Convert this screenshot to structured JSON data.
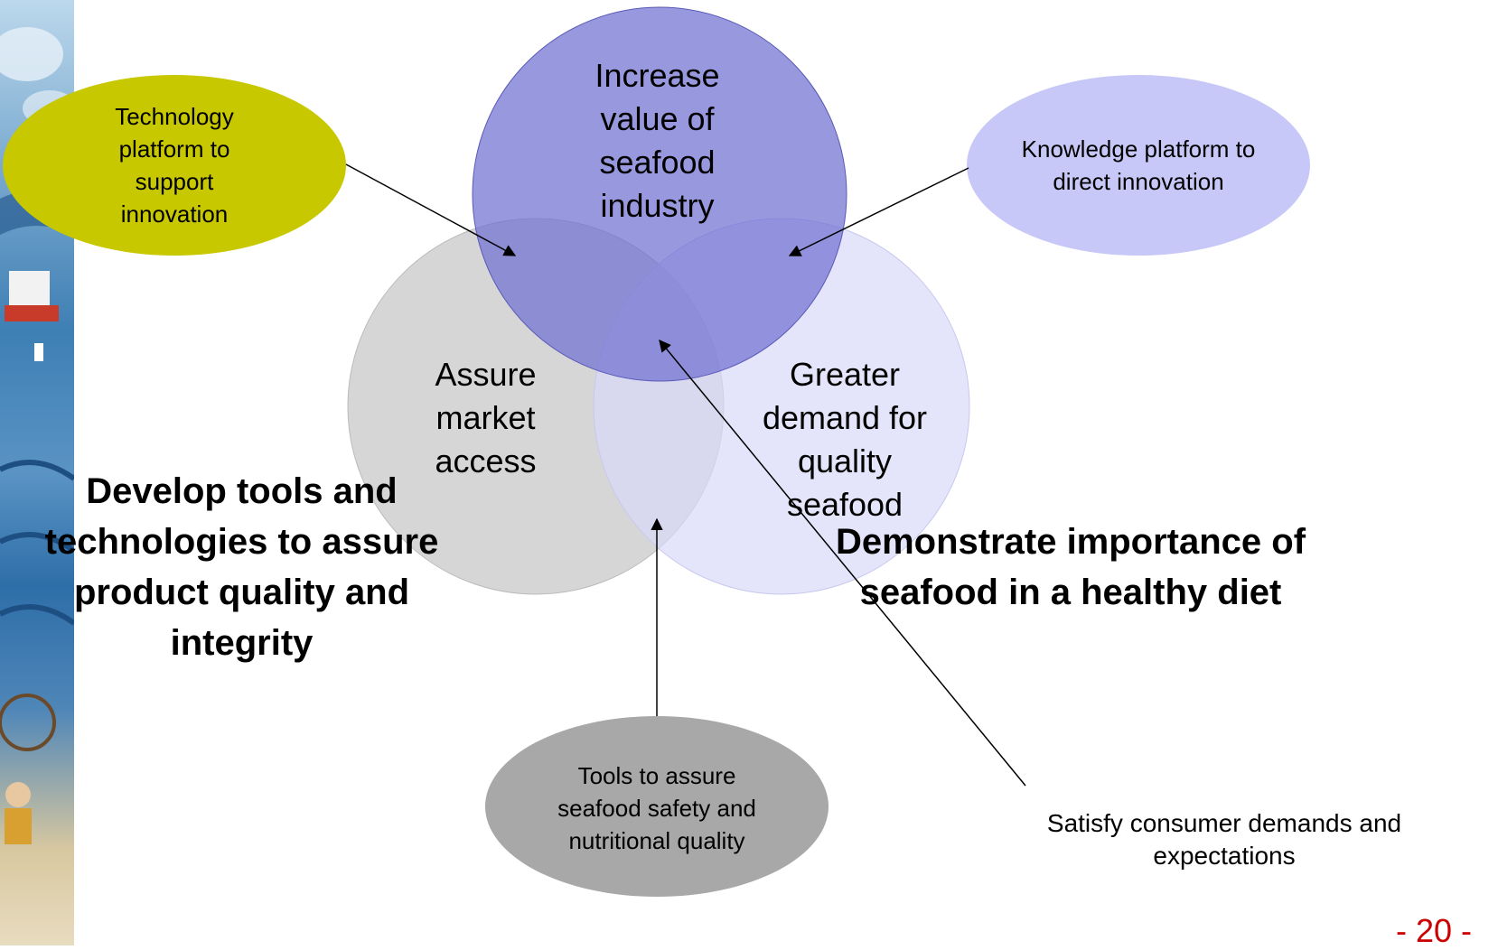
{
  "circles": {
    "top": "Increase value of seafood industry",
    "left": "Assure market access",
    "right": "Greater demand for quality seafood"
  },
  "ovals": {
    "technology": "Technology platform to support innovation",
    "knowledge": "Knowledge platform to direct innovation",
    "tools": "Tools to assure seafood safety and nutritional quality"
  },
  "goals": {
    "develop": "Develop tools and technologies to assure product quality and integrity",
    "demonstrate": "Demonstrate importance of seafood in a healthy diet"
  },
  "consumer_label": "Satisfy consumer demands and expectations",
  "page_number": "- 20 -",
  "colors": {
    "top_circle": "#7a7ad6",
    "left_circle": "#c8c8c8",
    "right_circle": "#d8d8f8",
    "technology_oval": "#c8c800",
    "knowledge_oval": "#c8c8f8",
    "tools_oval": "#a8a8a8",
    "page_number": "#cc0000"
  }
}
